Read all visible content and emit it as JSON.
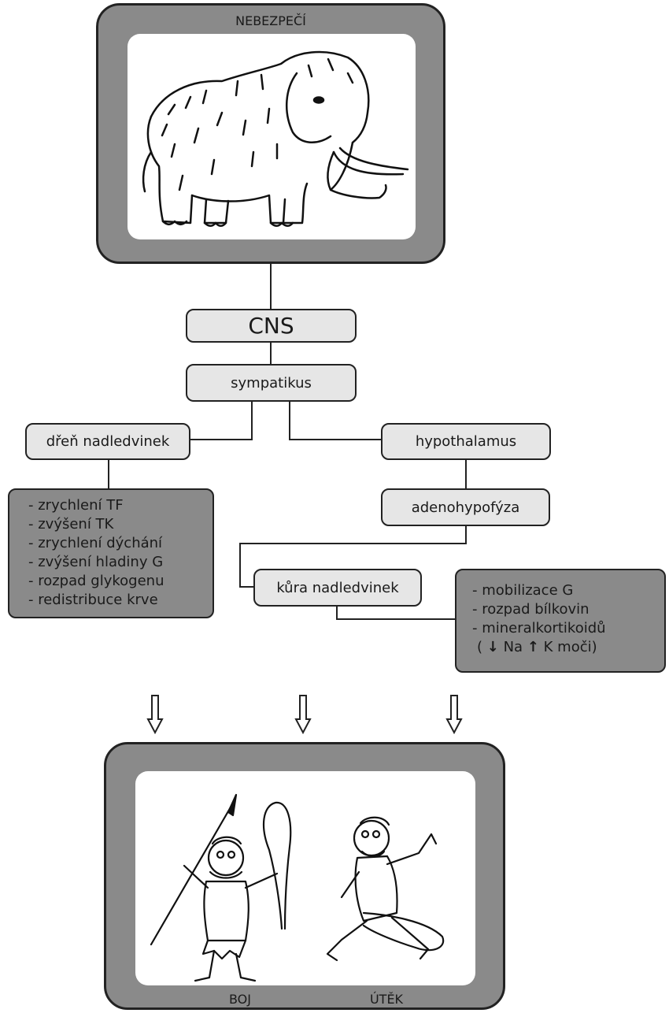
{
  "danger": {
    "label": "NEBEZPEČÍ",
    "illustration": "woolly-mammoth"
  },
  "cns": {
    "label": "CNS"
  },
  "sympathetic": {
    "label": "sympatikus"
  },
  "adrenal_medulla": {
    "label": "dřeň nadledvinek"
  },
  "hypothalamus": {
    "label": "hypothalamus"
  },
  "adenohypophysis": {
    "label": "adenohypofýza"
  },
  "adrenal_cortex": {
    "label": "kůra nadledvinek"
  },
  "medulla_effects": [
    "- zrychlení TF",
    "- zvýšení TK",
    "- zrychlení dýchání",
    "- zvýšení hladiny G",
    "- rozpad glykogenu",
    "- redistribuce krve"
  ],
  "cortex_effects": {
    "items": [
      "- mobilizace G",
      "- rozpad bílkovin",
      "- mineralkortikoidů"
    ],
    "last_line": {
      "open": "(",
      "down_arrow": "↓",
      "na": "Na",
      "up_arrow": "↑",
      "rest": "K moči)"
    }
  },
  "outcome": {
    "illustration": "cavemen-fight-flight",
    "fight_label": "BOJ",
    "flight_label": "ÚTĚK"
  }
}
